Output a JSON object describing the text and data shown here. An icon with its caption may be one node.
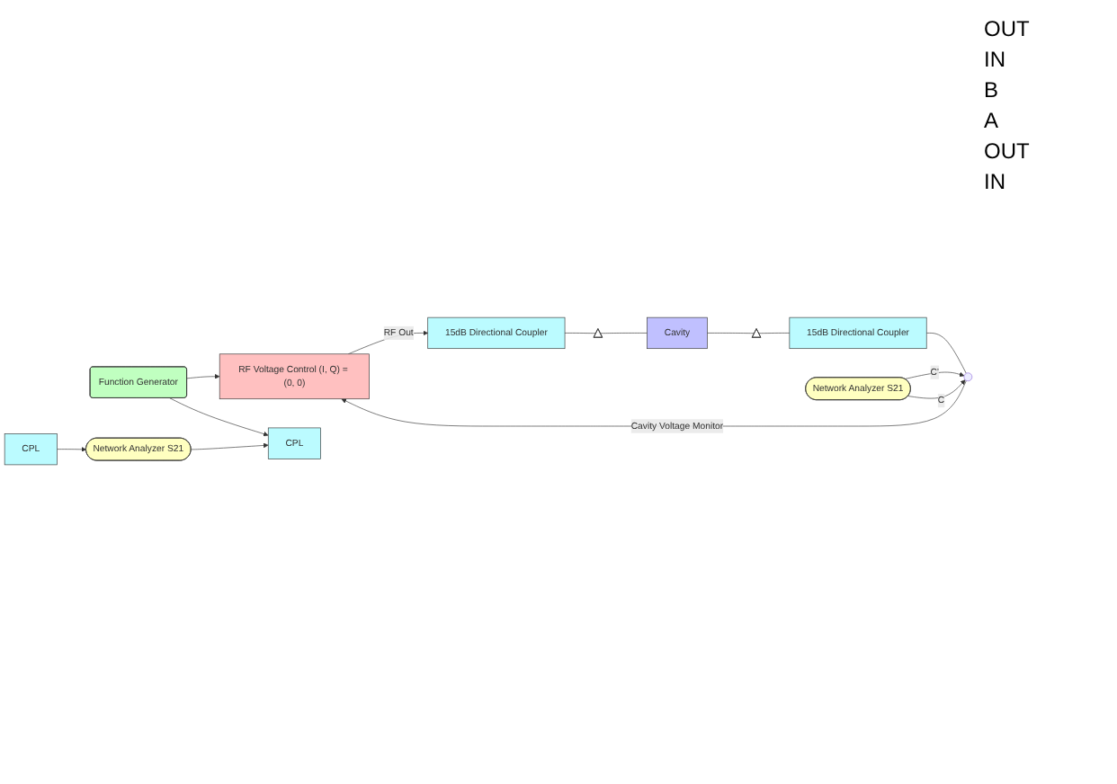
{
  "diagram": {
    "nodes": [
      {
        "text": [
          "RF Voltage Control (I, Q) = (0, 0)"
        ]
      },
      {
        "text": [
          "15dB Directional Coupler"
        ]
      },
      {
        "text": [
          "CPL"
        ]
      },
      {
        "text": [],
        "shape": "triangle"
      },
      {
        "text": [
          "Cavity"
        ]
      },
      {
        "text": [],
        "shape": "triangle"
      },
      {
        "text": [
          "15dB Directional Coupler"
        ]
      },
      {
        "text": [
          "CPL"
        ]
      },
      {
        "text": [],
        "shape": "circle"
      },
      {
        "text": [
          "Function Generator"
        ]
      },
      {
        "text": [
          "Network Analyzer S21"
        ]
      },
      {
        "text": [
          "Network Analyzer S21"
        ]
      }
    ],
    "edges": [
      {
        "from": 0,
        "to": 1,
        "arrow": "to",
        "label": "RF Out"
      },
      {
        "from": 1,
        "to": 3,
        "arrow": "none"
      },
      {
        "from": 3,
        "to": 4,
        "arrow": "none"
      },
      {
        "from": 4,
        "to": 5,
        "arrow": "none"
      },
      {
        "from": 5,
        "to": 6,
        "arrow": "none"
      },
      {
        "from": 6,
        "to": 8,
        "arrow": "none"
      },
      {
        "from": 8,
        "to": 0,
        "arrow": "to",
        "label": "Cavity Voltage Monitor"
      },
      {
        "from": 9,
        "to": 0,
        "arrow": "to"
      },
      {
        "from": 9,
        "to": 2,
        "arrow": "to"
      },
      {
        "from": 10,
        "to": 2,
        "arrow": "to"
      },
      {
        "from": 7,
        "to": 10,
        "arrow": "to"
      },
      {
        "from": 11,
        "to": 8,
        "arrow": "to",
        "label": "C’"
      },
      {
        "from": 11,
        "to": 8,
        "arrow": "to",
        "label": "C"
      }
    ],
    "labels": [
      "OUT",
      "IN",
      "B",
      "A",
      "OUT",
      "IN"
    ]
  }
}
